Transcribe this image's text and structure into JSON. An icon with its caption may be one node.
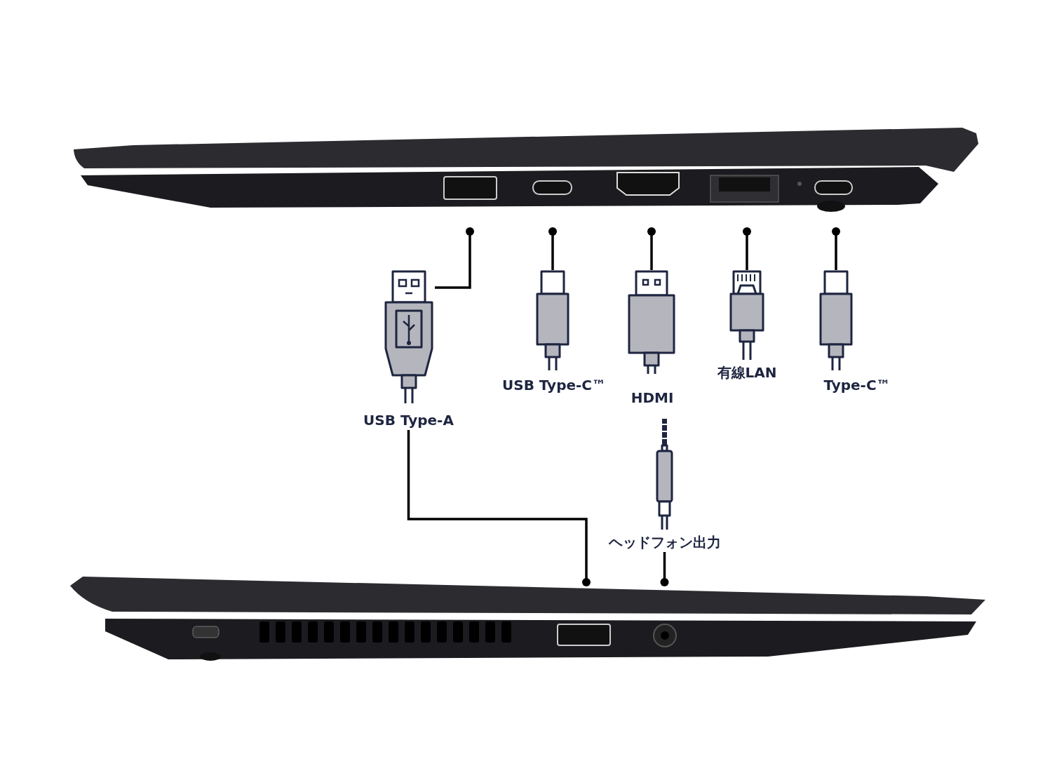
{
  "diagram": {
    "nodes": [
      {
        "text": [
          "USB Type-A"
        ]
      },
      {
        "text": [
          "USB Type-C™"
        ]
      },
      {
        "text": [
          "HDMI"
        ]
      },
      {
        "text": [
          "有線LAN"
        ]
      },
      {
        "text": [
          "Type-C™"
        ]
      },
      {
        "text": [
          "ヘッドフォン出力"
        ]
      }
    ],
    "edges": [
      {
        "from": 0,
        "to": null,
        "arrow": "other"
      },
      {
        "from": 1,
        "to": null,
        "arrow": "other"
      },
      {
        "from": 2,
        "to": null,
        "arrow": "other"
      },
      {
        "from": 3,
        "to": null,
        "arrow": "other"
      },
      {
        "from": 4,
        "to": null,
        "arrow": "other"
      },
      {
        "from": 0,
        "to": null,
        "arrow": "other"
      },
      {
        "from": 5,
        "to": null,
        "arrow": "other"
      }
    ]
  }
}
